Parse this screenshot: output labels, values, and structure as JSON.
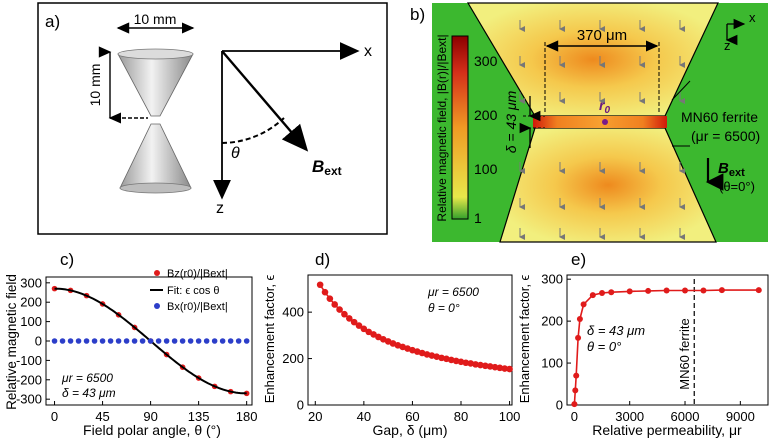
{
  "panel_a": {
    "label": "a)",
    "width_dim": "10 mm",
    "height_dim": "10 mm",
    "x_axis": "x",
    "z_axis": "z",
    "theta": "θ",
    "bext_main": "B",
    "bext_sub": "ext"
  },
  "panel_b": {
    "label": "b)",
    "gap_width": "370 μm",
    "gap_height": "δ = 43 μm",
    "r0_main": "r",
    "r0_sub": "0",
    "material_line1": "MN60 ferrite",
    "material_line2": "(μr = 6500)",
    "bext_main": "B",
    "bext_sub": "ext",
    "bext_angle": "(θ=0°)",
    "colorbar_label": "Relative magnetic field, |B(r)|/|Bext|",
    "colorbar_ticks": [
      "300",
      "200",
      "100",
      "1"
    ],
    "x_axis": "x",
    "z_axis": "z",
    "colors": {
      "background": "#39b82e",
      "low": "#ffff66",
      "high": "#cc0000",
      "outline": "#000000"
    }
  },
  "chart_data": [
    {
      "panel": "c)",
      "type": "line",
      "xlabel": "Field polar angle,  θ (°)",
      "ylabel": "Relative magnetic field",
      "xlim": [
        -8,
        185
      ],
      "ylim": [
        -330,
        330
      ],
      "xticks": [
        "0",
        "45",
        "90",
        "135",
        "180"
      ],
      "yticks": [
        "300",
        "200",
        "100",
        "0",
        "-100",
        "-200",
        "-300"
      ],
      "annotations": [
        "μr = 6500",
        "δ = 43 μm"
      ],
      "legend": [
        "Bz(r0)/|Bext|",
        "Fit: ϵ cos θ",
        "Bx(r0)/|Bext|"
      ],
      "series": [
        {
          "name": "Bz(r0)/|Bext|",
          "kind": "points",
          "color": "#e01b1b",
          "x": [
            0,
            15,
            30,
            45,
            60,
            75,
            90,
            105,
            120,
            135,
            150,
            165,
            180
          ],
          "y": [
            270,
            261,
            234,
            191,
            135,
            70,
            0,
            -70,
            -135,
            -191,
            -234,
            -261,
            -270
          ]
        },
        {
          "name": "Fit: ϵ cos θ",
          "kind": "curve",
          "color": "#000000",
          "amplitude": 270
        },
        {
          "name": "Bx(r0)/|Bext|",
          "kind": "points",
          "color": "#2c3ec9",
          "x": [
            0,
            7.5,
            15,
            22.5,
            30,
            37.5,
            45,
            52.5,
            60,
            67.5,
            75,
            82.5,
            90,
            97.5,
            105,
            112.5,
            120,
            127.5,
            135,
            142.5,
            150,
            157.5,
            165,
            172.5,
            180
          ],
          "y": [
            0,
            0,
            0,
            0,
            0,
            0,
            0,
            0,
            0,
            0,
            0,
            0,
            0,
            0,
            0,
            0,
            0,
            0,
            0,
            0,
            0,
            0,
            0,
            0,
            0
          ]
        }
      ]
    },
    {
      "panel": "d)",
      "type": "line",
      "xlabel": "Gap, δ (μm)",
      "ylabel": "Enhancement factor, ϵ",
      "xlim": [
        17,
        101
      ],
      "ylim": [
        0,
        560
      ],
      "xticks": [
        "20",
        "40",
        "60",
        "80",
        "100"
      ],
      "yticks": [
        "0",
        "200",
        "400"
      ],
      "annotations": [
        "μr = 6500",
        "θ = 0°"
      ],
      "series": [
        {
          "name": "",
          "kind": "points+line",
          "color": "#e01b1b",
          "x": [
            22,
            24,
            26,
            28,
            30,
            32,
            34,
            36,
            38,
            40,
            42,
            44,
            46,
            48,
            50,
            52,
            54,
            56,
            58,
            60,
            62,
            64,
            66,
            68,
            70,
            72,
            74,
            76,
            78,
            80,
            82,
            84,
            86,
            88,
            90,
            92,
            94,
            96,
            98,
            100
          ],
          "y": [
            518,
            486,
            458,
            433,
            411,
            391,
            373,
            357,
            342,
            328,
            315,
            304,
            293,
            283,
            274,
            265,
            257,
            250,
            243,
            236,
            230,
            224,
            218,
            213,
            208,
            203,
            199,
            194,
            190,
            186,
            182,
            179,
            175,
            172,
            169,
            166,
            163,
            160,
            157,
            155
          ]
        }
      ]
    },
    {
      "panel": "e)",
      "type": "line",
      "xlabel": "Relative permeability, μr",
      "ylabel": "Enhancement factor, ϵ",
      "xlim": [
        -400,
        10500
      ],
      "ylim": [
        0,
        310
      ],
      "xticks": [
        "0",
        "3000",
        "6000",
        "9000"
      ],
      "yticks": [
        "0",
        "100",
        "200",
        "300"
      ],
      "annotations": [
        "δ = 43 μm",
        "θ = 0°"
      ],
      "vline": {
        "x": 6500,
        "label": "MN60 ferrite"
      },
      "series": [
        {
          "name": "",
          "kind": "points+line",
          "color": "#e01b1b",
          "x": [
            1,
            50,
            100,
            200,
            300,
            500,
            1000,
            1500,
            2000,
            3000,
            4000,
            5000,
            6000,
            7000,
            8000,
            10000
          ],
          "y": [
            2,
            35,
            70,
            160,
            205,
            240,
            262,
            267,
            269,
            271,
            272,
            273,
            273,
            273,
            274,
            274
          ]
        }
      ]
    }
  ]
}
